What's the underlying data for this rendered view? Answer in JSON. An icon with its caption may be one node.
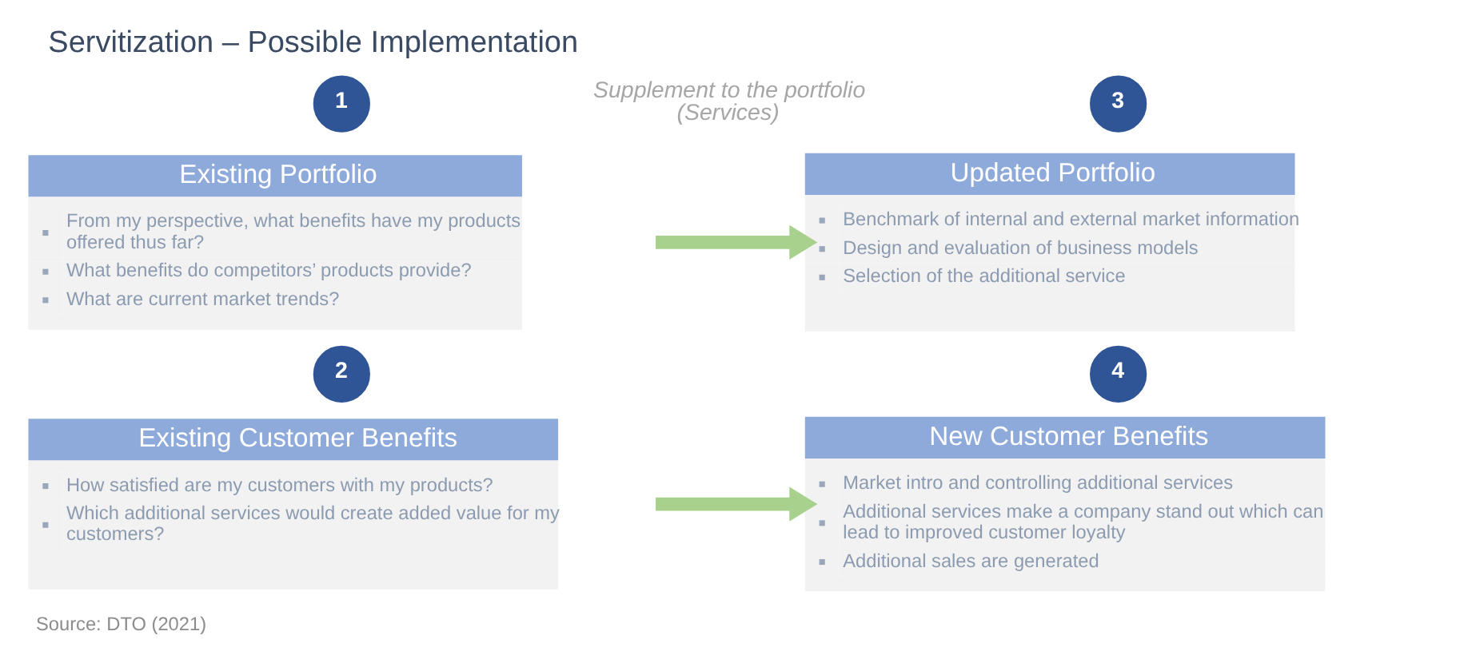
{
  "diagram": {
    "title": "Servitization – Possible Implementation",
    "caption": "Source: DTO (2021)",
    "nodes": [
      {
        "text": [
          "1"
        ]
      },
      {
        "text": [
          "Existing Portfolio",
          "From my perspective, what benefits have my products offered thus far?",
          "What benefits do competitors’ products provide?",
          "What are current market trends?"
        ]
      },
      {
        "text": [
          "3"
        ]
      },
      {
        "text": [
          "Updated Portfolio",
          "Benchmark of internal and external market information",
          "Design and evaluation of business models",
          "Selection of the additional service"
        ]
      },
      {
        "text": [
          "2"
        ]
      },
      {
        "text": [
          "Existing Customer Benefits",
          "How satisfied are my customers with my products?",
          "Which additional services would create added value for my customers?"
        ]
      },
      {
        "text": [
          "4"
        ]
      },
      {
        "text": [
          "New Customer Benefits",
          "Market intro and controlling additional services",
          "Additional services make a company stand out which can lead to improved customer loyalty",
          "Additional sales are generated"
        ]
      }
    ],
    "edges": [
      {
        "from": 1,
        "to": 3,
        "arrow": "to"
      },
      {
        "from": 5,
        "to": 7,
        "arrow": "to"
      }
    ],
    "labels": [
      "Supplement to the portfolio (Services)"
    ]
  }
}
